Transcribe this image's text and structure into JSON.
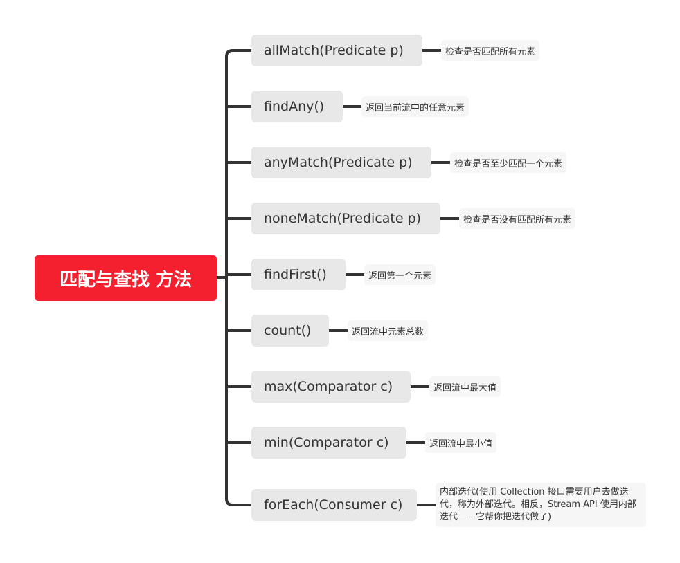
{
  "root": {
    "label": "匹配与查找 方法",
    "color": "#f5202f"
  },
  "line_color": "#333333",
  "branches": [
    {
      "label": "allMatch(Predicate p)",
      "note": "检查是否匹配所有元素"
    },
    {
      "label": "findAny()",
      "note": "返回当前流中的任意元素"
    },
    {
      "label": "anyMatch(Predicate p)",
      "note": "检查是否至少匹配一个元素"
    },
    {
      "label": "noneMatch(Predicate p)",
      "note": "检查是否没有匹配所有元素"
    },
    {
      "label": "findFirst()",
      "note": "返回第一个元素"
    },
    {
      "label": "count()",
      "note": "返回流中元素总数"
    },
    {
      "label": "max(Comparator c)",
      "note": "返回流中最大值"
    },
    {
      "label": "min(Comparator c)",
      "note": "返回流中最小值"
    },
    {
      "label": "forEach(Consumer c)",
      "note": "内部迭代(使用 Collection 接口需要用户去做迭代，称为外部迭代。相反，Stream API 使用内部迭代——它帮你把迭代做了)"
    }
  ]
}
